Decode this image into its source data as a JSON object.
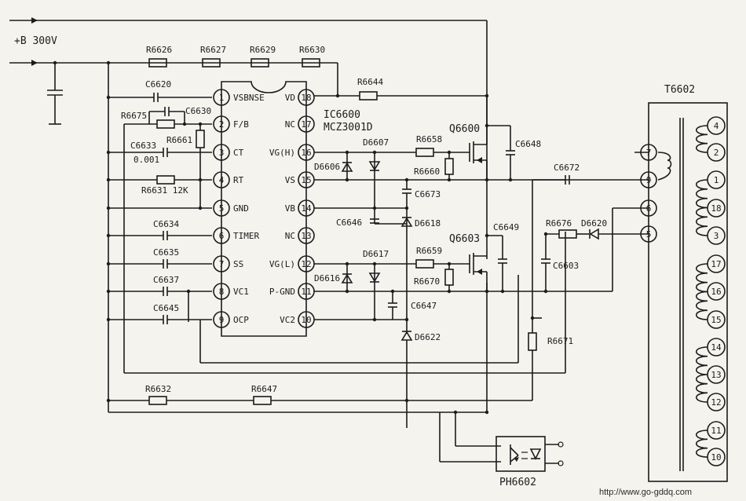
{
  "supply_label": "+B 300V",
  "ic": {
    "name": "IC6600",
    "part": "MCZ3001D"
  },
  "left_pins": [
    {
      "num": "1",
      "name": "VSBNSE"
    },
    {
      "num": "2",
      "name": "F/B"
    },
    {
      "num": "3",
      "name": "CT"
    },
    {
      "num": "4",
      "name": "RT"
    },
    {
      "num": "5",
      "name": "GND"
    },
    {
      "num": "6",
      "name": "TIMER"
    },
    {
      "num": "7",
      "name": "SS"
    },
    {
      "num": "8",
      "name": "VC1"
    },
    {
      "num": "9",
      "name": "OCP"
    }
  ],
  "right_pins": [
    {
      "num": "18",
      "name": "VD"
    },
    {
      "num": "17",
      "name": "NC"
    },
    {
      "num": "16",
      "name": "VG(H)"
    },
    {
      "num": "15",
      "name": "VS"
    },
    {
      "num": "14",
      "name": "VB"
    },
    {
      "num": "13",
      "name": "NC"
    },
    {
      "num": "12",
      "name": "VG(L)"
    },
    {
      "num": "11",
      "name": "P-GND"
    },
    {
      "num": "10",
      "name": "VC2"
    }
  ],
  "resistors": {
    "R6626": "R6626",
    "R6627": "R6627",
    "R6629": "R6629",
    "R6630": "R6630",
    "R6644": "R6644",
    "R6675": "R6675",
    "R6661": "R6661",
    "R6631": "R6631 12K",
    "R6658": "R6658",
    "R6660": "R6660",
    "R6659": "R6659",
    "R6670": "R6670",
    "R6676": "R6676",
    "R6671": "R6671",
    "R6632": "R6632",
    "R6647": "R6647"
  },
  "capacitors": {
    "C6620": "C6620",
    "C6630": "C6630",
    "C6633": "C6633",
    "C6633_value": "0.001",
    "C6634": "C6634",
    "C6635": "C6635",
    "C6637": "C6637",
    "C6645": "C6645",
    "C6648": "C6648",
    "C6672": "C6672",
    "C6673": "C6673",
    "C6646": "C6646",
    "C6649": "C6649",
    "C6603": "C6603",
    "C6647": "C6647"
  },
  "diodes": {
    "D6606": "D6606",
    "D6607": "D6607",
    "D6618": "D6618",
    "D6616": "D6616",
    "D6617": "D6617",
    "D6622": "D6622",
    "D6620": "D6620"
  },
  "transistors": {
    "Q6600": "Q6600",
    "Q6603": "Q6603"
  },
  "optocoupler": "PH6602",
  "transformer": {
    "name": "T6602",
    "primary_pins": [
      "7",
      "9",
      "6",
      "5"
    ],
    "secondary_pins": [
      "4",
      "2",
      "1",
      "18",
      "3",
      "17",
      "16",
      "15",
      "14",
      "13",
      "12",
      "11",
      "10"
    ]
  },
  "url": "http://www.go-gddq.com"
}
